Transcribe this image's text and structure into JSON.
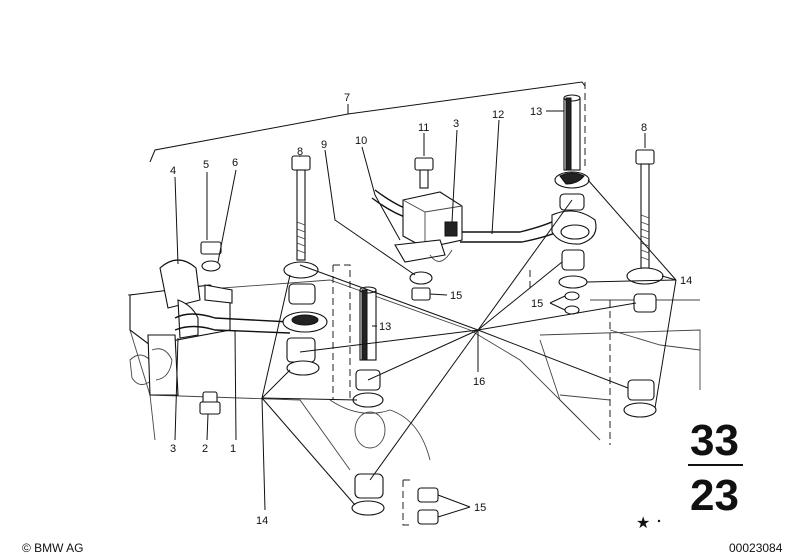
{
  "callouts": {
    "c1": "1",
    "c2": "2",
    "c3a": "3",
    "c3b": "3",
    "c4": "4",
    "c5": "5",
    "c6": "6",
    "c7": "7",
    "c8a": "8",
    "c8b": "8",
    "c9": "9",
    "c10": "10",
    "c11": "11",
    "c12": "12",
    "c13a": "13",
    "c13b": "13",
    "c14a": "14",
    "c14b": "14",
    "c15a": "15",
    "c15b": "15",
    "c15c": "15",
    "c16": "16"
  },
  "group": {
    "main": "33",
    "sub": "23"
  },
  "footer": {
    "copyright": "© BMW AG",
    "diagram_id": "00023084",
    "star": "★"
  }
}
